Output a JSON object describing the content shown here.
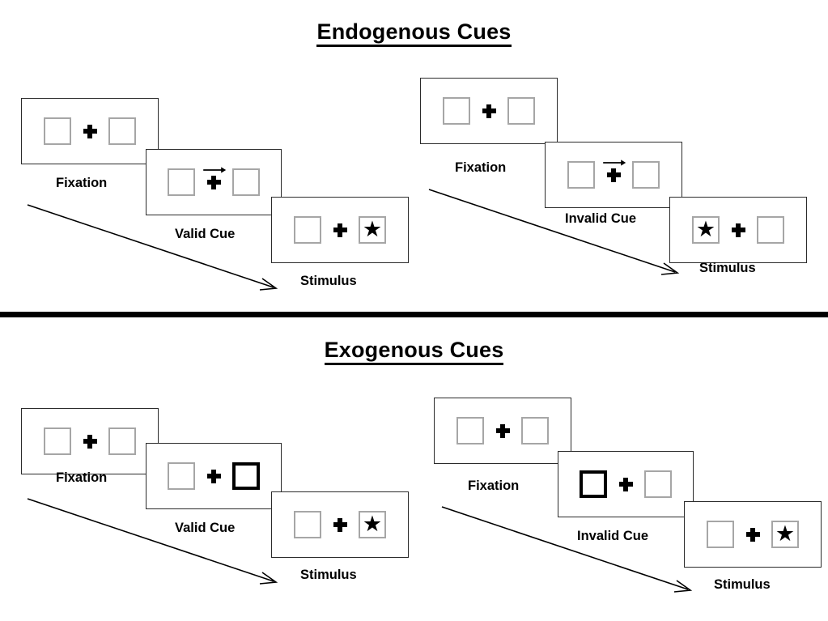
{
  "figure": {
    "sections": [
      {
        "id": "endogenous",
        "title": "Endogenous Cues",
        "trials": [
          {
            "id": "endogenous-valid",
            "panels": [
              {
                "caption": "Fixation",
                "left_box": "empty",
                "right_box": "empty",
                "cue": "none"
              },
              {
                "caption": "Valid Cue",
                "left_box": "empty",
                "right_box": "empty",
                "cue": "arrow-right"
              },
              {
                "caption": "Stimulus",
                "left_box": "empty",
                "right_box": "star",
                "cue": "none"
              }
            ]
          },
          {
            "id": "endogenous-invalid",
            "panels": [
              {
                "caption": "Fixation",
                "left_box": "empty",
                "right_box": "empty",
                "cue": "none"
              },
              {
                "caption": "Invalid Cue",
                "left_box": "empty",
                "right_box": "empty",
                "cue": "arrow-right"
              },
              {
                "caption": "Stimulus",
                "left_box": "star",
                "right_box": "empty",
                "cue": "none"
              }
            ]
          }
        ]
      },
      {
        "id": "exogenous",
        "title": "Exogenous Cues",
        "trials": [
          {
            "id": "exogenous-valid",
            "panels": [
              {
                "caption": "Fixation",
                "left_box": "empty",
                "right_box": "empty",
                "cue": "none"
              },
              {
                "caption": "Valid Cue",
                "left_box": "empty",
                "right_box": "cued",
                "cue": "none"
              },
              {
                "caption": "Stimulus",
                "left_box": "empty",
                "right_box": "star",
                "cue": "none"
              }
            ]
          },
          {
            "id": "exogenous-invalid",
            "panels": [
              {
                "caption": "Fixation",
                "left_box": "empty",
                "right_box": "empty",
                "cue": "none"
              },
              {
                "caption": "Invalid Cue",
                "left_box": "cued",
                "right_box": "empty",
                "cue": "none"
              },
              {
                "caption": "Stimulus",
                "left_box": "empty",
                "right_box": "star",
                "cue": "none"
              }
            ]
          }
        ]
      }
    ],
    "icons": {
      "fixation_cross": "plus-icon",
      "target_star": "star-icon",
      "direction_cue": "arrow-right-icon",
      "time_flow": "time-flow-arrow-icon"
    },
    "glyphs": {
      "star": "★"
    },
    "colors": {
      "ink": "#000000",
      "panel_border": "#2b2b2b",
      "box_border": "#a6a6a6",
      "cued_box_border": "#000000",
      "background": "#ffffff"
    }
  }
}
